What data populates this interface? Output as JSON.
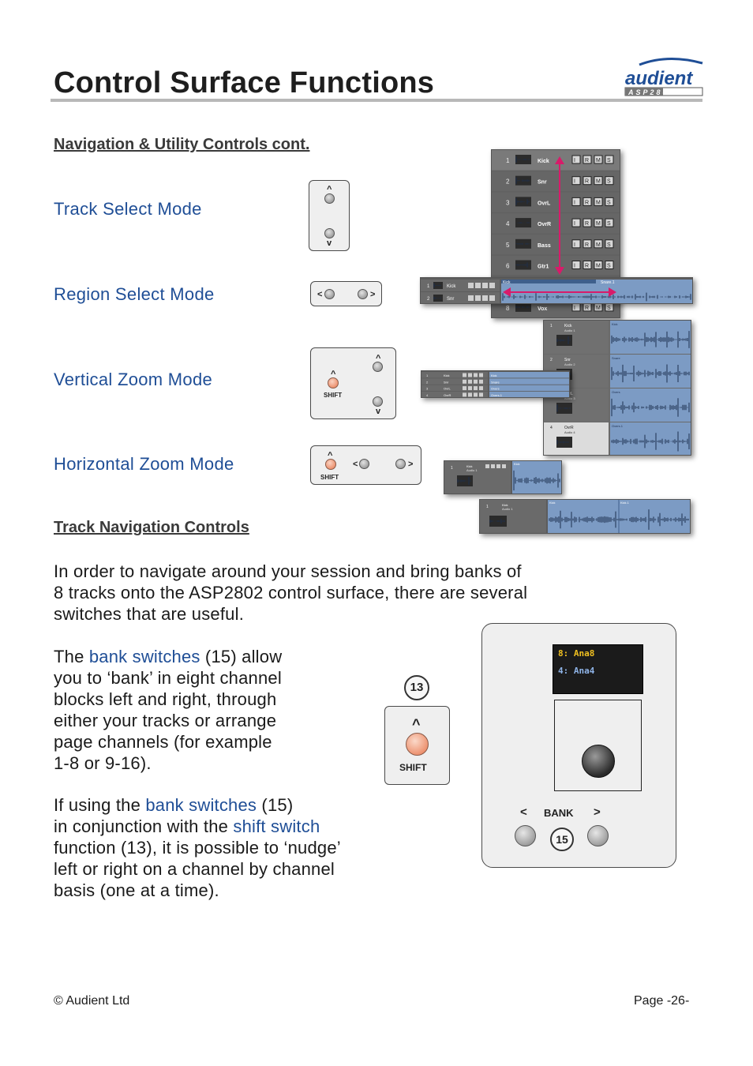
{
  "header": {
    "title": "Control Surface Functions",
    "logo_brand": "audient",
    "logo_model": "ASP2802"
  },
  "section1": {
    "heading": "Navigation & Utility Controls cont.",
    "modes": [
      {
        "label": "Track Select Mode"
      },
      {
        "label": "Region Select Mode"
      },
      {
        "label": "Vertical Zoom Mode"
      },
      {
        "label": "Horizontal Zoom Mode"
      }
    ],
    "shift_label": "SHIFT",
    "up_glyph": "^",
    "down_glyph": "v",
    "left_glyph": "<",
    "right_glyph": ">"
  },
  "track_list": {
    "tracks": [
      {
        "num": "1",
        "name": "Kick"
      },
      {
        "num": "2",
        "name": "Snr"
      },
      {
        "num": "3",
        "name": "OvrL"
      },
      {
        "num": "4",
        "name": "OvrR"
      },
      {
        "num": "5",
        "name": "Bass"
      },
      {
        "num": "6",
        "name": "Gtr1"
      },
      {
        "num": "8",
        "name": "Vox"
      }
    ],
    "buttons": [
      "I",
      "R",
      "M",
      "S"
    ]
  },
  "region_shot": {
    "rows": [
      {
        "num": "1",
        "name": "Kick"
      },
      {
        "num": "2",
        "name": "Snr"
      }
    ],
    "region_label": "Kick",
    "region_label_2": "Snare.1"
  },
  "vzoom_shot": {
    "tracks": [
      {
        "num": "1",
        "name": "Kick",
        "sub": "Audio 1",
        "region": "Kick"
      },
      {
        "num": "2",
        "name": "Snr",
        "sub": "Audio 2",
        "region": "Snare"
      },
      {
        "num": "3",
        "name": "OvrL",
        "sub": "Audio 3",
        "region": "Overs"
      },
      {
        "num": "4",
        "name": "OvrR",
        "sub": "Audio 4",
        "region": "Overs.1"
      }
    ],
    "small_rows": [
      {
        "num": "1",
        "name": "Kick"
      },
      {
        "num": "2",
        "name": "Snr"
      },
      {
        "num": "3",
        "name": "OvrL"
      },
      {
        "num": "4",
        "name": "OvrR"
      }
    ],
    "small_regions": [
      "Kick",
      "Snare",
      "Overs",
      "Overs.1"
    ]
  },
  "hzoom_shot": {
    "small": {
      "num": "1",
      "name": "Kick",
      "sub": "Audio 1",
      "region": "Kick"
    },
    "large": {
      "num": "1",
      "name": "Kick",
      "sub": "Audio 1",
      "region": "Kick",
      "region2": "Kick.1"
    }
  },
  "section2": {
    "heading": "Track Navigation Controls",
    "intro": [
      "In order to navigate around your session and bring banks of",
      "8 tracks onto the ASP2802 control surface, there are several",
      "switches that are useful."
    ],
    "p2_prefix": "The ",
    "p2_link": "bank switches",
    "p2_suffix": " (15) allow",
    "p2_lines": [
      "you to ‘bank’ in eight channel",
      "blocks left and right, through",
      "either your tracks or arrange",
      "page channels (for example",
      "1-8 or 9-16)."
    ],
    "p3_prefix": "If using the ",
    "p3_link1": "bank switches",
    "p3_mid": " (15)",
    "p3_line2_prefix": "in conjunction with the ",
    "p3_link2": "shift switch",
    "p3_lines": [
      "function (13), it is possible to ‘nudge’",
      "left or right on a channel by channel",
      "basis (one at a time)."
    ]
  },
  "shift_panel": {
    "callout": "13",
    "glyph": "^",
    "label": "SHIFT"
  },
  "bank_panel": {
    "display_line1": "8: Ana8",
    "display_line2": "4: Ana4",
    "bank_label": "BANK",
    "left_glyph": "<",
    "right_glyph": ">",
    "callout": "15"
  },
  "footer": {
    "left": "© Audient Ltd",
    "right": "Page -26-"
  },
  "colors": {
    "accent_blue": "#1f4e96",
    "shift_orange": "#ec8f6c",
    "arrow_magenta": "#d81b6a",
    "region_blue": "#7c9bc4"
  }
}
